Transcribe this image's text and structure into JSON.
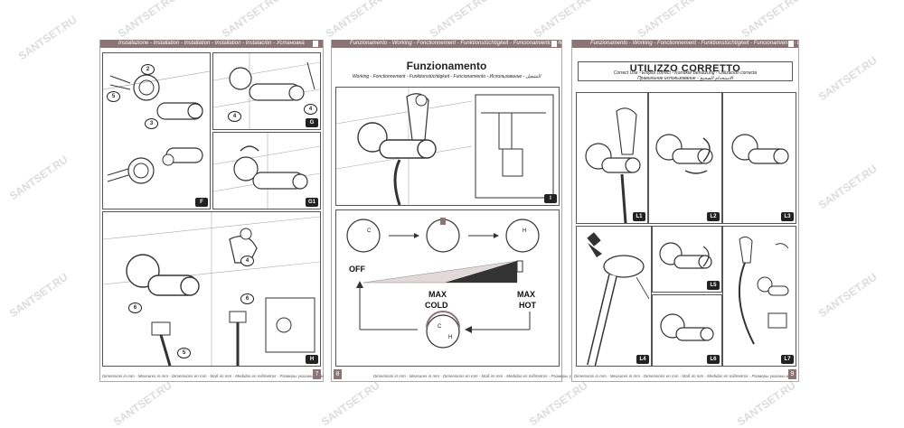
{
  "watermark": "SANTSET.RU",
  "page1": {
    "header": "Installazione - Installation - Installation - Installation - Instalación - Установка",
    "footer": "Dimensioni in mm - Measures in mm - Dimensions en mm - Maß im mm - Medidas en milímetros - Размеры указаны в мм",
    "page_number": "7",
    "panel_tags": [
      "F",
      "G",
      "G1",
      "H"
    ],
    "callouts": [
      "5",
      "2",
      "3",
      "4",
      "4",
      "6",
      "5",
      "4",
      "6"
    ]
  },
  "page2": {
    "header": "Funzionamento - Working - Fonctionnement - Funktionstüchtigkeit - Funcionamiento - Использование",
    "title": "Funzionamento",
    "subtitle": "Working - Fonctionnement - Funktionstüchtigkeit - Funcionamiento - Использование - التشغيل",
    "panel_tag": "I",
    "labels": {
      "off": "OFF",
      "max_cold_1": "MAX",
      "max_cold_2": "COLD",
      "max_hot_1": "MAX",
      "max_hot_2": "HOT"
    },
    "dial_letters": {
      "c": "C",
      "h": "H"
    },
    "footer": "Dimensioni in mm - Measures in mm - Dimensions en mm - Maß im mm - Medidas en milímetros - Размеры указаны в мм",
    "page_number": "8"
  },
  "page3": {
    "header": "Funzionamento - Working - Fonctionnement - Funktionstüchtigkeit - Funcionamiento - Использование",
    "title": "UTILIZZO CORRETTO",
    "subtitle_1": "Correct Use - Emploi correct - Korrekte Benutzung - Utilización correcta",
    "subtitle_2": "Правильное использование - الاستخدام الصحيح",
    "panel_tags": [
      "L1",
      "L2",
      "L3",
      "L4",
      "L5",
      "L6",
      "L7"
    ],
    "footer": "Dimensioni in mm - Measures in mm - Dimensions en mm - Maß im mm - Medidas en milímetros - Размеры указаны в мм",
    "page_number": "9"
  },
  "colors": {
    "header": "#8a7476",
    "accent_dark": "#222222",
    "line": "#555555"
  }
}
